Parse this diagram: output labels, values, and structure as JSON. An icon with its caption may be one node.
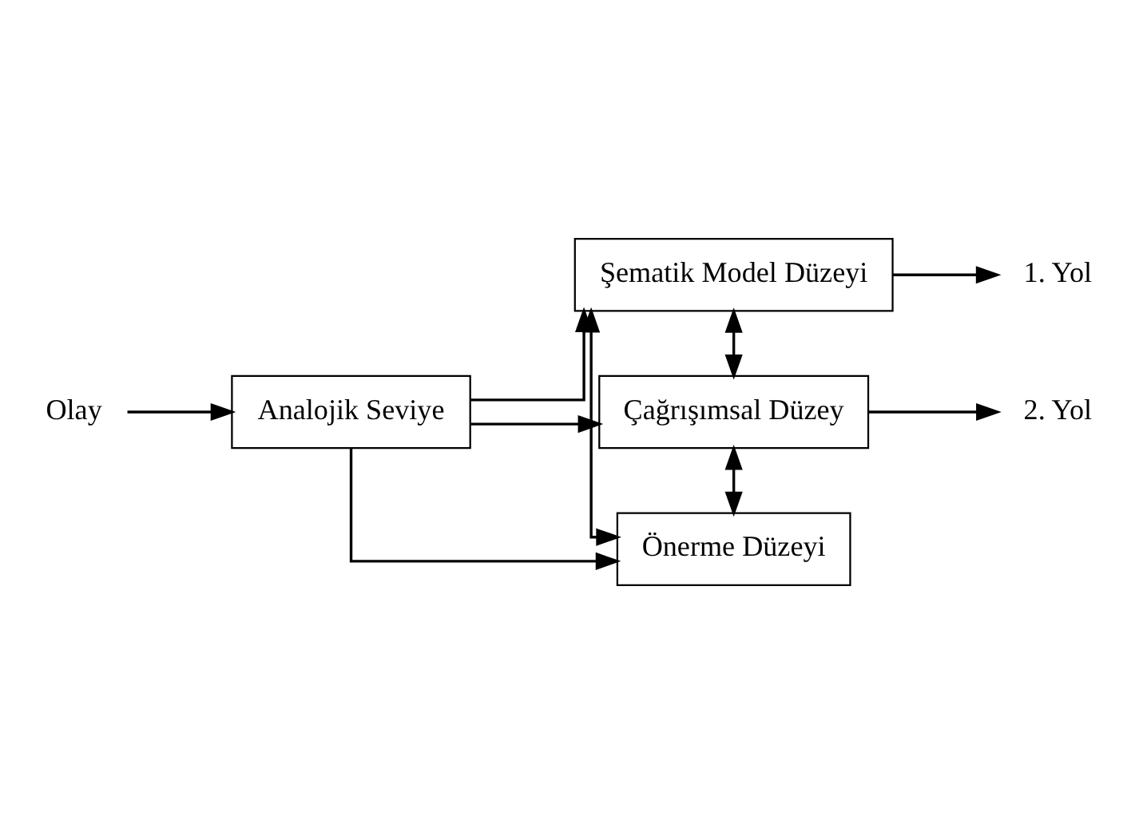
{
  "diagram": {
    "nodes": [
      {
        "text": [
          "Olay"
        ]
      },
      {
        "text": [
          "Analojik Seviye"
        ]
      },
      {
        "text": [
          "Şematik Model Düzeyi"
        ]
      },
      {
        "text": [
          "Çağrışımsal Düzey"
        ]
      },
      {
        "text": [
          "Önerme Düzeyi"
        ]
      },
      {
        "text": [
          "1. Yol"
        ]
      },
      {
        "text": [
          "2. Yol"
        ]
      }
    ],
    "edges": [
      {
        "from": 0,
        "to": 1,
        "arrow": "to"
      },
      {
        "from": 1,
        "to": 2,
        "arrow": "to"
      },
      {
        "from": 1,
        "to": 3,
        "arrow": "to"
      },
      {
        "from": 1,
        "to": 4,
        "arrow": "to"
      },
      {
        "from": 2,
        "to": 4,
        "arrow": "both"
      },
      {
        "from": 2,
        "to": 3,
        "arrow": "both"
      },
      {
        "from": 3,
        "to": 4,
        "arrow": "both"
      },
      {
        "from": 2,
        "to": 5,
        "arrow": "to"
      },
      {
        "from": 3,
        "to": 6,
        "arrow": "to"
      }
    ]
  }
}
